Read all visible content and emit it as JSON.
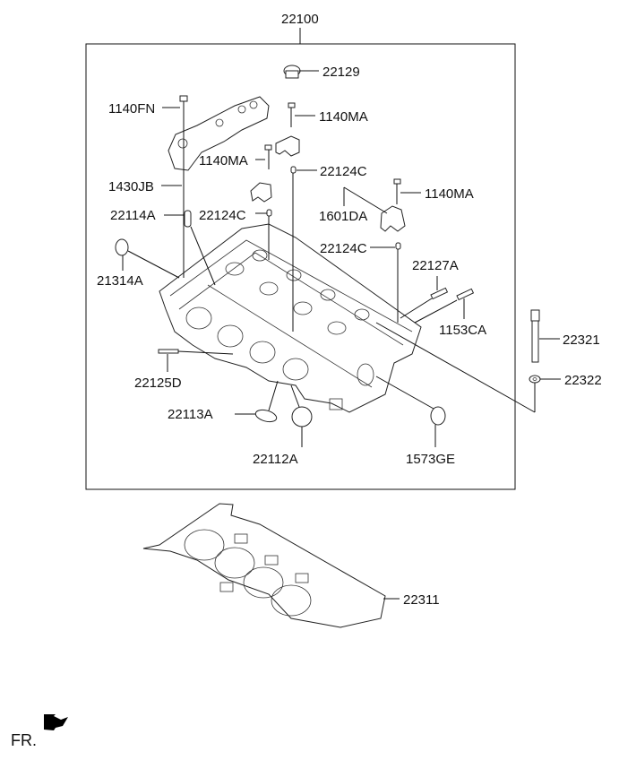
{
  "diagram": {
    "assembly_label": "22100",
    "front_indicator": "FR.",
    "parts": [
      {
        "id": "p22129",
        "label": "22129"
      },
      {
        "id": "p1140FN",
        "label": "1140FN"
      },
      {
        "id": "p1140MA_1",
        "label": "1140MA"
      },
      {
        "id": "p1140MA_2",
        "label": "1140MA"
      },
      {
        "id": "p22124C_1",
        "label": "22124C"
      },
      {
        "id": "p1430JB",
        "label": "1430JB"
      },
      {
        "id": "p1601DA",
        "label": "1601DA"
      },
      {
        "id": "p1140MA_3",
        "label": "1140MA"
      },
      {
        "id": "p22114A",
        "label": "22114A"
      },
      {
        "id": "p22124C_2",
        "label": "22124C"
      },
      {
        "id": "p22124C_3",
        "label": "22124C"
      },
      {
        "id": "p21314A",
        "label": "21314A"
      },
      {
        "id": "p22127A",
        "label": "22127A"
      },
      {
        "id": "p1153CA",
        "label": "1153CA"
      },
      {
        "id": "p22321",
        "label": "22321"
      },
      {
        "id": "p22322",
        "label": "22322"
      },
      {
        "id": "p22125D",
        "label": "22125D"
      },
      {
        "id": "p22113A",
        "label": "22113A"
      },
      {
        "id": "p22112A",
        "label": "22112A"
      },
      {
        "id": "p1573GE",
        "label": "1573GE"
      },
      {
        "id": "p22311",
        "label": "22311"
      }
    ]
  }
}
